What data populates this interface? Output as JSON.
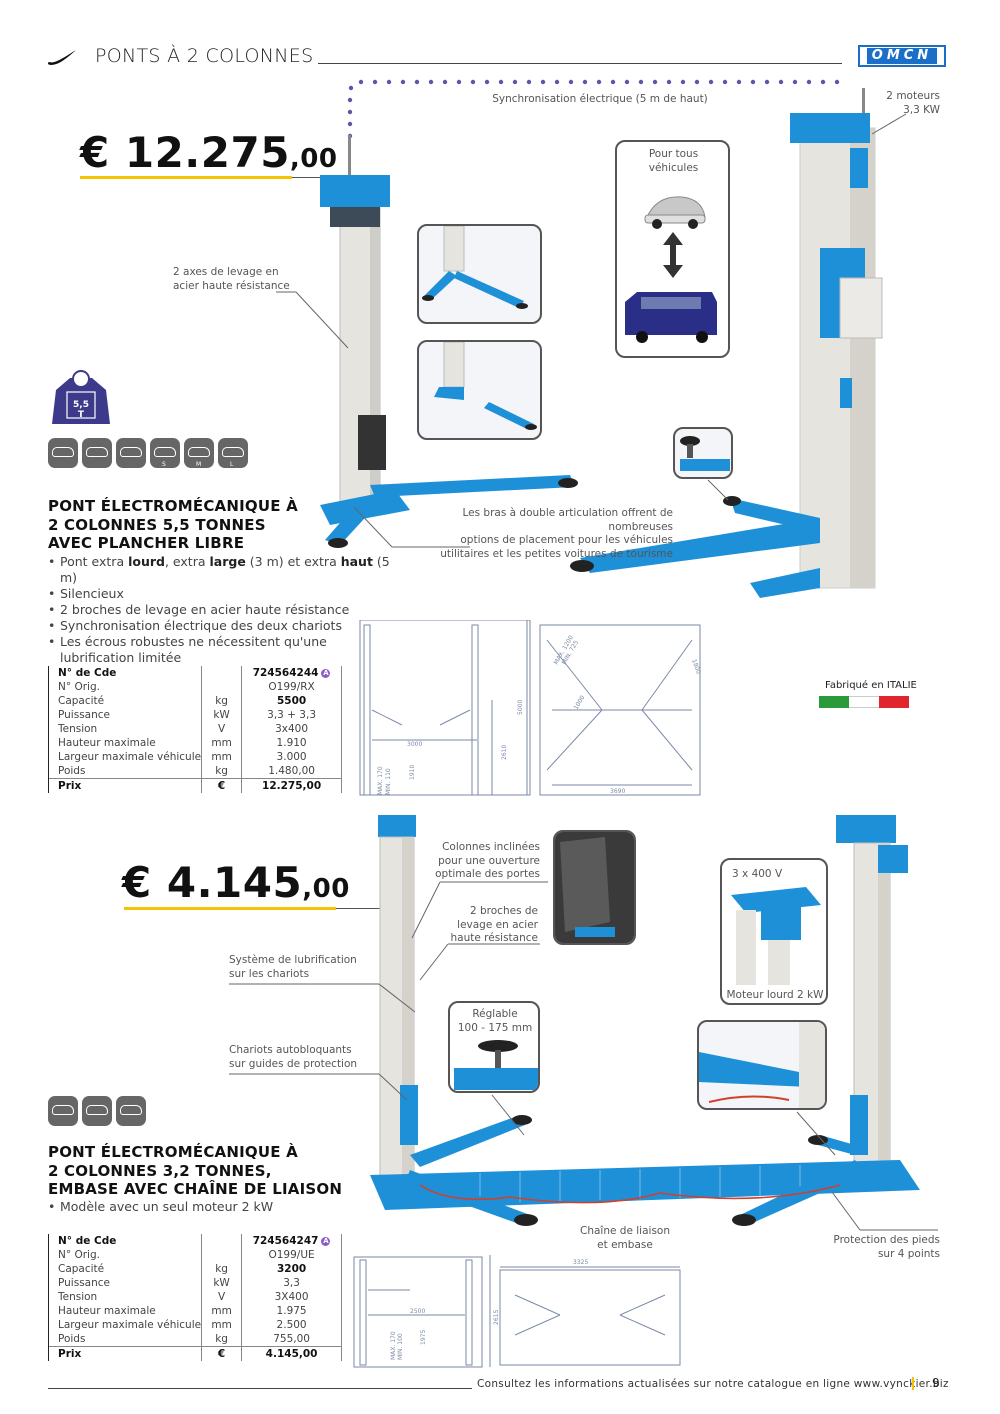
{
  "header": {
    "section_title": "PONTS À 2 COLONNES",
    "brand": "OMCN"
  },
  "product1": {
    "price_main": "€ 12.275",
    "price_cents": ",00",
    "callouts": {
      "sync": "Synchronisation électrique (5 m de haut)",
      "motors": "2 moteurs\n3,3 KW",
      "all_vehicles": "Pour tous\nvéhicules",
      "axes": "2 axes de levage en\nacier haute résistance",
      "arms": "Les bras à double articulation offrent de nombreuses\noptions de placement pour les véhicules\nutilitaires et les petites voitures de tourisme"
    },
    "capacity_badge": "5,5\nT",
    "vehicle_size_labels": [
      "S",
      "M",
      "L"
    ],
    "title": "PONT ÉLECTROMÉCANIQUE À\n2 COLONNES 5,5 TONNES\nAVEC PLANCHER LIBRE",
    "bullets": [
      {
        "pre": "Pont extra ",
        "b1": "lourd",
        "mid": ", extra ",
        "b2": "large",
        "mid2": " (3 m) et extra ",
        "b3": "haut",
        "post": " (5 m)"
      },
      {
        "text": "Silencieux"
      },
      {
        "text": "2 broches de levage en acier haute résistance"
      },
      {
        "text": "Synchronisation électrique des deux chariots"
      },
      {
        "text": "Les écrous robustes ne nécessitent qu'une\nlubrification limitée"
      }
    ],
    "spec": {
      "header": [
        "N° de Cde",
        "",
        "724564244"
      ],
      "rows": [
        [
          "N° Orig.",
          "",
          "O199/RX"
        ],
        [
          "Capacité",
          "kg",
          "5500"
        ],
        [
          "Puissance",
          "kW",
          "3,3 + 3,3"
        ],
        [
          "Tension",
          "V",
          "3x400"
        ],
        [
          "Hauteur maximale",
          "mm",
          "1.910"
        ],
        [
          "Largeur maximale véhicule",
          "mm",
          "3.000"
        ],
        [
          "Poids",
          "kg",
          "1.480,00"
        ]
      ],
      "price_row": [
        "Prix",
        "€",
        "12.275,00"
      ]
    },
    "made_in": "Fabriqué en ITALIE",
    "drawing_dims": {
      "d3000": "3000",
      "d5000": "5000",
      "d2610": "2610",
      "d1910": "1910",
      "d3690": "3690",
      "d1800": "1800",
      "max": "MAX. 1200",
      "min": "MIN. 725",
      "d1000": "1000",
      "maxh": "MAX. 170",
      "minh": "MIN. 110"
    }
  },
  "product2": {
    "price_main": "€ 4.145",
    "price_cents": ",00",
    "callouts": {
      "inclined": "Colonnes inclinées\npour une ouverture\noptimale des portes",
      "spindles": "2 broches de\nlevage en acier\nhaute résistance",
      "lubrication": "Système de lubrification\nsur les chariots",
      "adjust": "Réglable\n100 - 175 mm",
      "self_lock": "Chariots autobloquants\nsur guides de protection",
      "voltage": "3 x 400 V",
      "motor": "Moteur lourd 2 kW",
      "chain": "Chaîne de liaison\net embase",
      "feet": "Protection des pieds\nsur 4 points"
    },
    "title": "PONT ÉLECTROMÉCANIQUE À\n2 COLONNES 3,2 TONNES,\nEMBASE AVEC CHAÎNE DE LIAISON",
    "bullets": [
      {
        "text": "Modèle avec un seul moteur 2 kW"
      }
    ],
    "spec": {
      "header": [
        "N° de Cde",
        "",
        "724564247"
      ],
      "rows": [
        [
          "N° Orig.",
          "",
          "O199/UE"
        ],
        [
          "Capacité",
          "kg",
          "3200"
        ],
        [
          "Puissance",
          "kW",
          "3,3"
        ],
        [
          "Tension",
          "V",
          "3X400"
        ],
        [
          "Hauteur maximale",
          "mm",
          "1.975"
        ],
        [
          "Largeur maximale véhicule",
          "mm",
          "2.500"
        ],
        [
          "Poids",
          "kg",
          "755,00"
        ]
      ],
      "price_row": [
        "Prix",
        "€",
        "4.145,00"
      ]
    },
    "drawing_dims": {
      "d2500": "2500",
      "d2615": "2615",
      "d1975": "1975",
      "d3325": "3325",
      "max": "MAX. 170",
      "min": "MIN. 100"
    }
  },
  "footer": {
    "text": "Consultez les informations actualisées sur notre catalogue en ligne www.vynckier.biz",
    "page": "9"
  },
  "colors": {
    "accent_yellow": "#f5c400",
    "lift_blue": "#1e90d8",
    "column_grey": "#e6e4df",
    "badge_navy": "#3d3a8c",
    "dot_purple": "#5a56a8",
    "italy_green": "#2a9a3b",
    "italy_red": "#e0252c"
  }
}
